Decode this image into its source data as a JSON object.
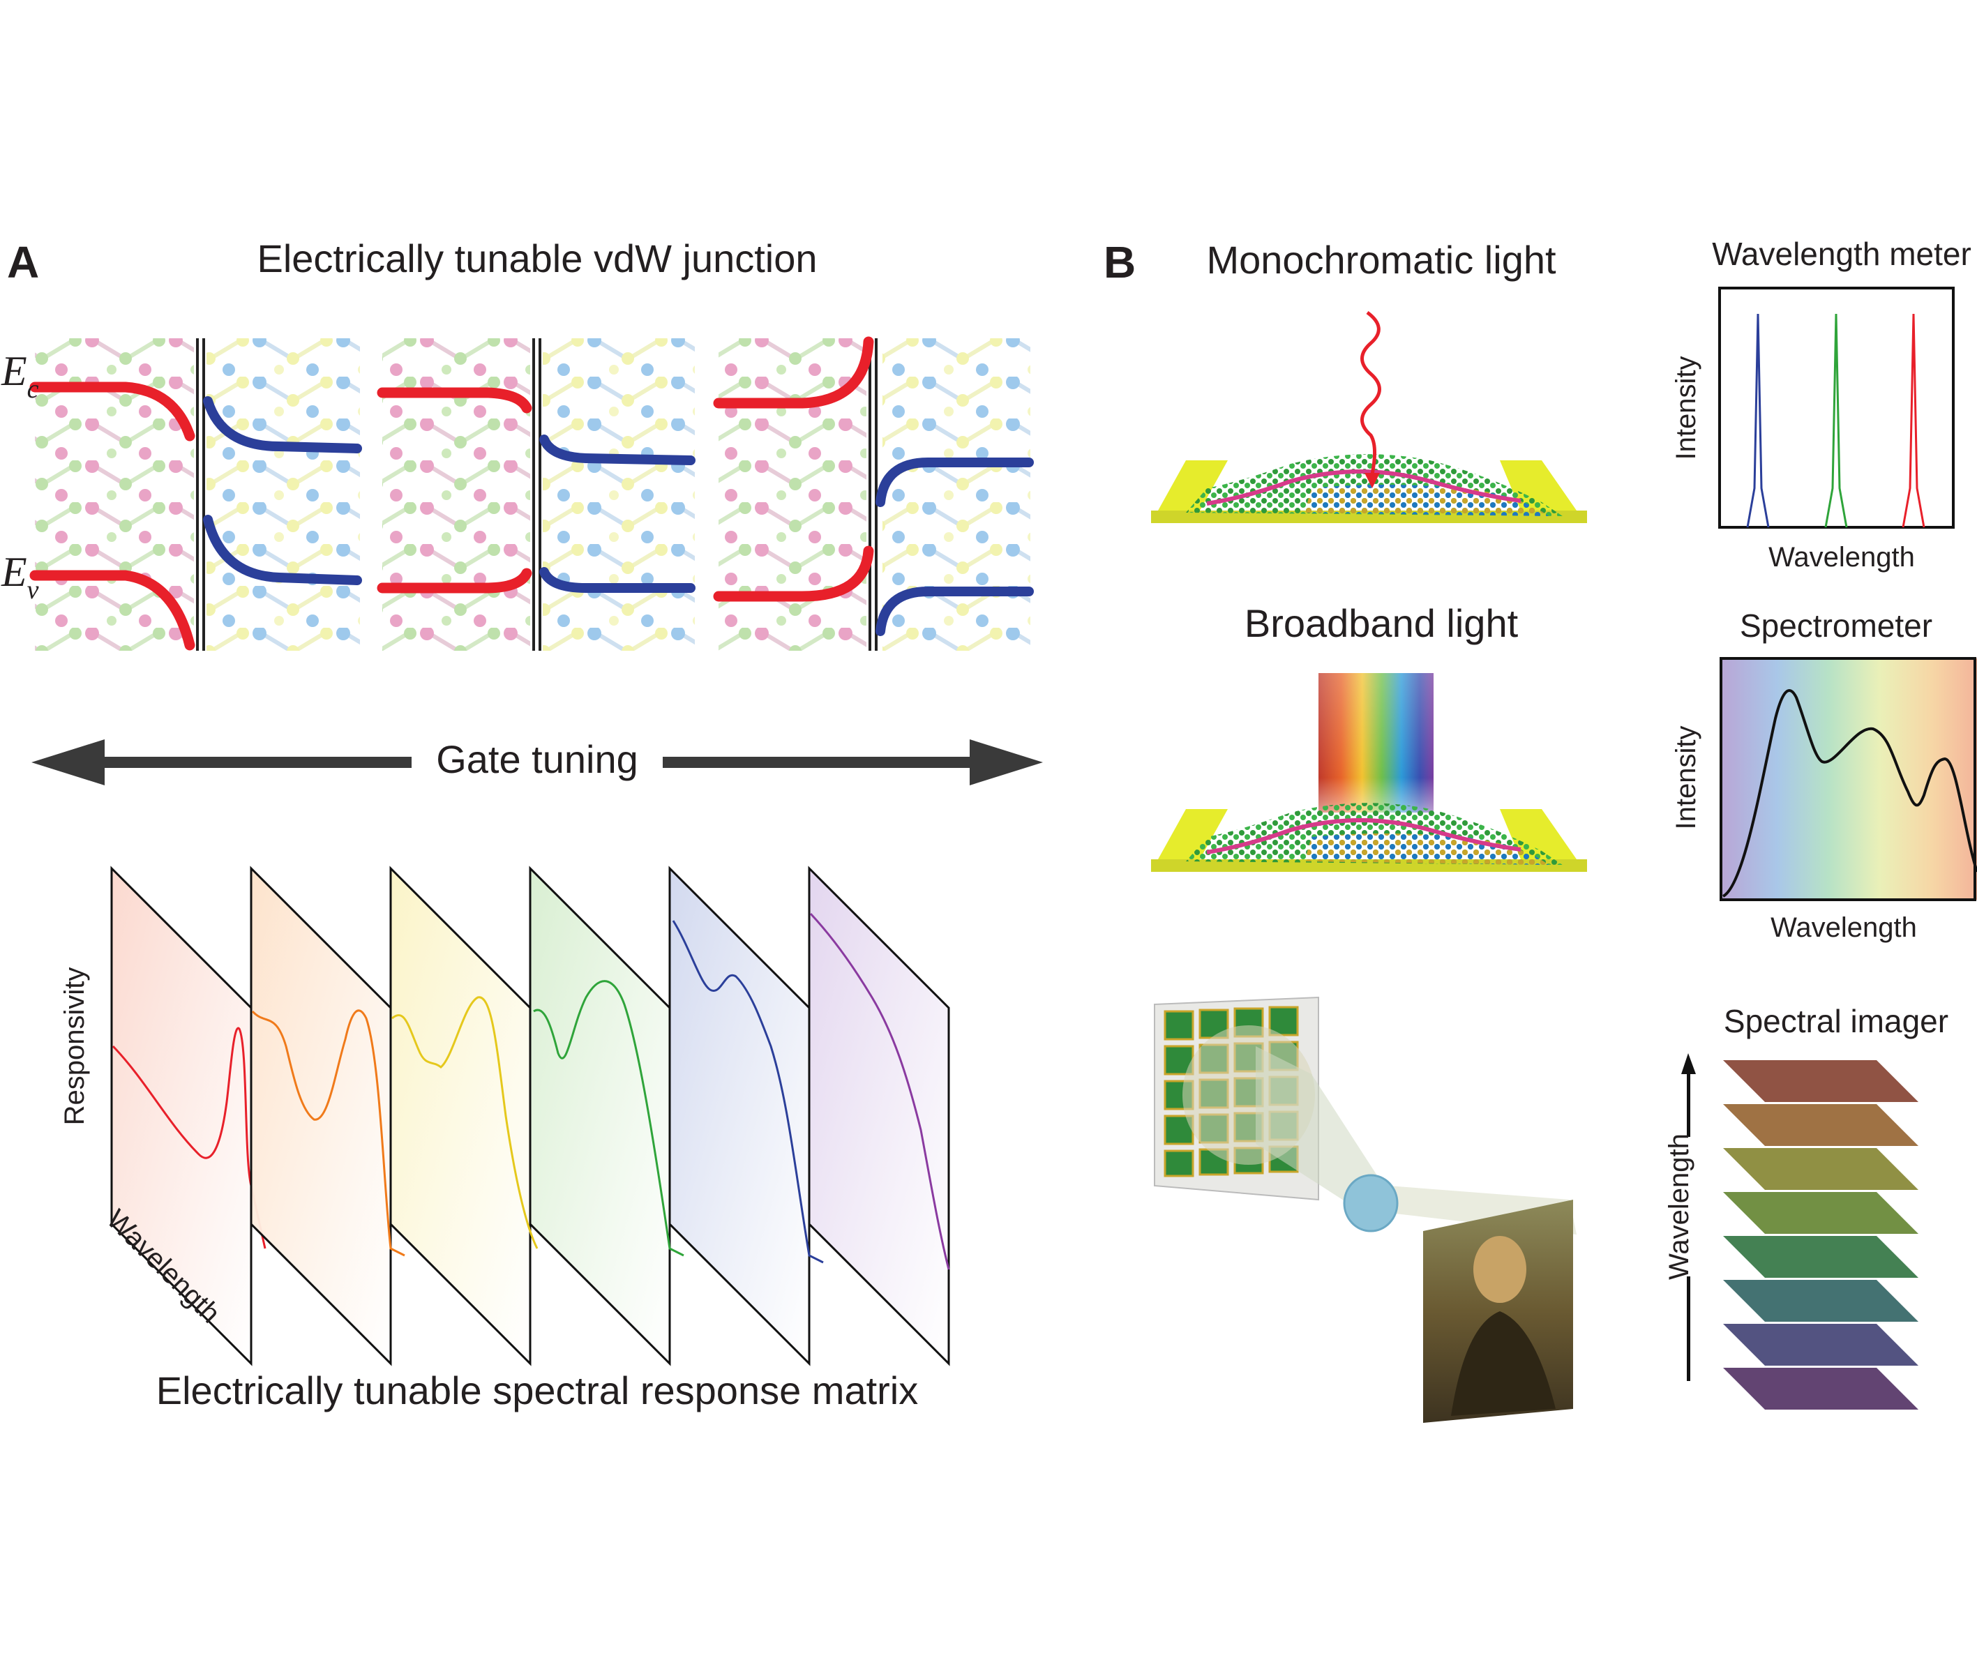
{
  "panel_a": {
    "letter": "A",
    "title": "Electrically tunable vdW junction",
    "ec_label": "E",
    "ec_sub": "c",
    "ev_label": "E",
    "ev_sub": "v",
    "gate_label": "Gate tuning",
    "matrix_title": "Electrically tunable spectral response matrix",
    "y_label": "Responsivity",
    "x_label": "Wavelength"
  },
  "panel_b": {
    "letter": "B",
    "mono_title": "Monochromatic light",
    "broad_title": "Broadband light",
    "meter_title": "Wavelength meter",
    "meter_ylabel": "Intensity",
    "meter_xlabel": "Wavelength",
    "spec_title": "Spectrometer",
    "spec_ylabel": "Intensity",
    "spec_xlabel": "Wavelength",
    "imager_title": "Spectral imager",
    "imager_axis": "Wavelength"
  },
  "colors": {
    "red": "#e8202a",
    "blue": "#2b3f9a",
    "electrode": "#e6ec2c",
    "arrow": "#3a3a3a"
  }
}
